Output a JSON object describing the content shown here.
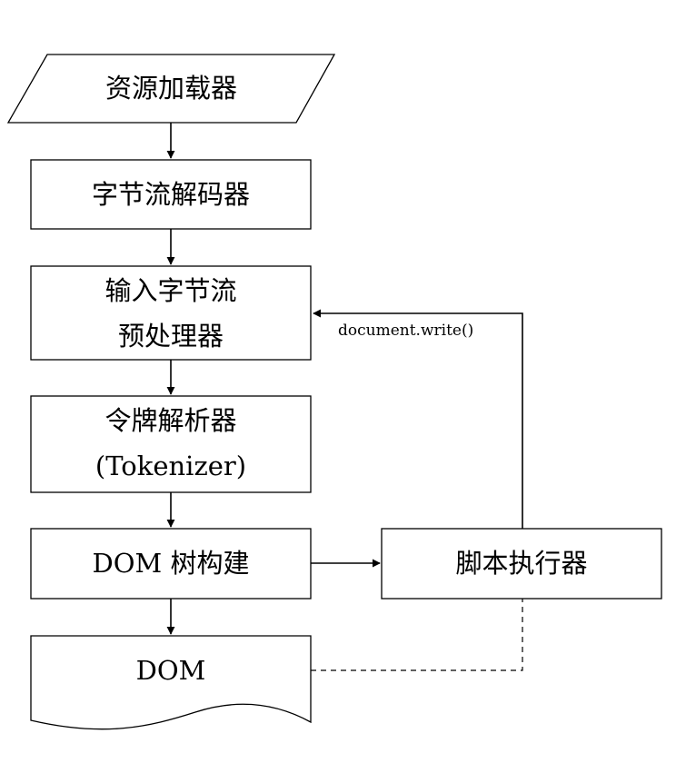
{
  "nodes": {
    "resource_loader": {
      "label": "资源加载器"
    },
    "byte_stream_decoder": {
      "label": "字节流解码器"
    },
    "input_preprocessor": {
      "line1": "输入字节流",
      "line2": "预处理器"
    },
    "tokenizer": {
      "line1": "令牌解析器",
      "line2": "(Tokenizer)"
    },
    "tree_construction": {
      "label": "DOM 树构建"
    },
    "script_executor": {
      "label": "脚本执行器"
    },
    "dom": {
      "label": "DOM"
    }
  },
  "edges": {
    "document_write": {
      "label": "document.write()"
    }
  }
}
